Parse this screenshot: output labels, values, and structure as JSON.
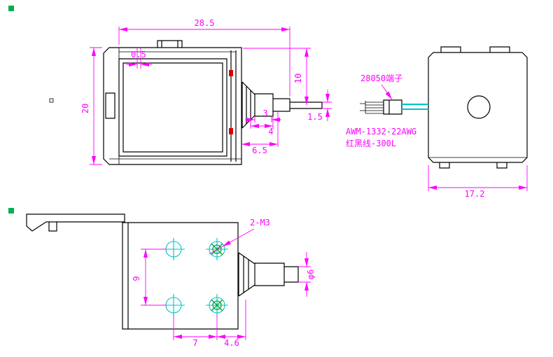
{
  "colors": {
    "outline": "#000000",
    "dimension": "#ff00ff",
    "wire": "#00c3c3",
    "thread_mark": "#00a832",
    "corner_marker": "#00b050",
    "coil_mark": "#dd0000",
    "background": "#ffffff"
  },
  "front_view": {
    "dim_overall_width": "28.5",
    "dim_tab_offset": "0.5",
    "dim_overall_height": "20",
    "dim_top_to_shaft": "10",
    "dim_pin_width": "1.5",
    "dim_spring_length": "3",
    "dim_shaft_step": "4",
    "dim_shaft_length": "6.5"
  },
  "side_view": {
    "label_terminal": "28050端子",
    "label_wire_spec": "AWM-1332-22AWG",
    "label_wire_color": "红黑线-300L",
    "dim_depth": "17.2"
  },
  "top_view": {
    "label_thread_holes": "2-M3",
    "dim_hole_pitch_vertical": "9",
    "dim_hole_pitch_horizontal": "7",
    "dim_hole_to_shaft": "4.6",
    "dim_shaft_diameter": "φ6"
  }
}
